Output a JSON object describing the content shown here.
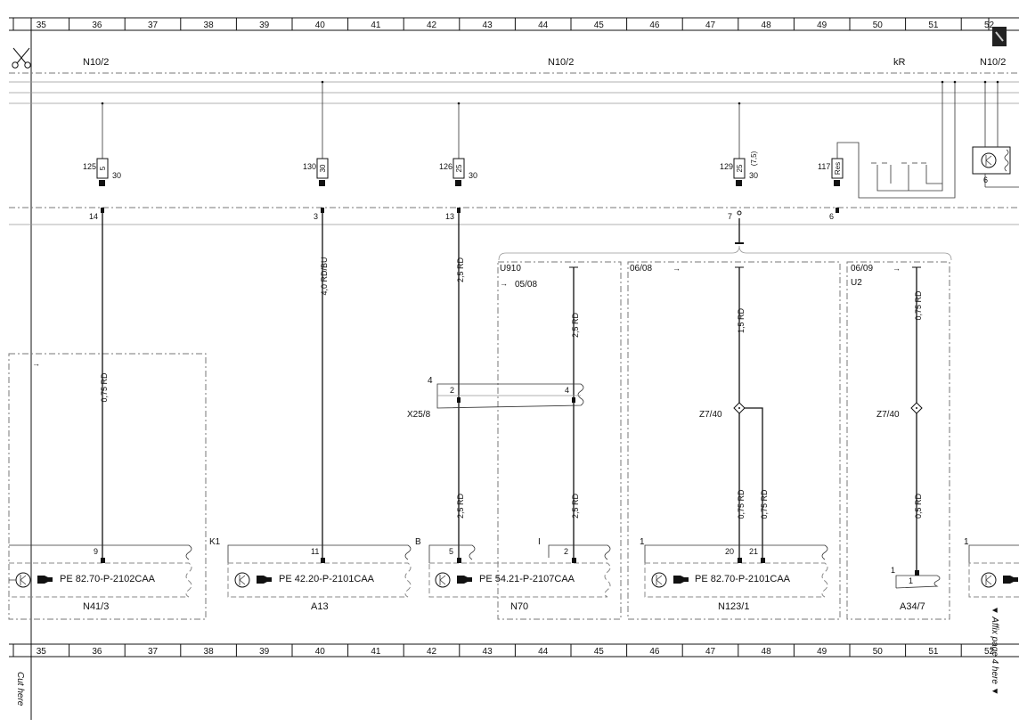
{
  "grid": {
    "columns": [
      "35",
      "36",
      "37",
      "38",
      "39",
      "40",
      "41",
      "42",
      "43",
      "44",
      "45",
      "46",
      "47",
      "48",
      "49",
      "50",
      "51",
      "52"
    ]
  },
  "page_labels": {
    "cut_here": "Cut here",
    "affix": "▼ Affix page 4 here ▼"
  },
  "bus_labels": [
    {
      "id": "n10-left",
      "text": "N10/2"
    },
    {
      "id": "n10-mid",
      "text": "N10/2"
    },
    {
      "id": "kr",
      "text": "kR"
    },
    {
      "id": "n10-right",
      "text": "N10/2"
    }
  ],
  "fuses": [
    {
      "id": "f125",
      "number": "125",
      "rating": "5",
      "terminal": "30",
      "pin": "14"
    },
    {
      "id": "f130",
      "number": "130",
      "rating": "30",
      "terminal": "",
      "pin": "3"
    },
    {
      "id": "f126",
      "number": "126",
      "rating": "25",
      "terminal": "30",
      "pin": "13"
    },
    {
      "id": "f129",
      "number": "129",
      "rating": "25",
      "terminal": "30",
      "note": "(7,5)",
      "pin": "7"
    },
    {
      "id": "f117",
      "number": "117",
      "rating": "Res",
      "terminal": "",
      "pin": "6"
    }
  ],
  "relay_right": {
    "pin": "6"
  },
  "wires": [
    {
      "id": "w1",
      "label": "0,75 RD"
    },
    {
      "id": "w2",
      "label": "4,0 RD/BU"
    },
    {
      "id": "w3",
      "label": "2,5 RD"
    },
    {
      "id": "w4",
      "label": "2,5 RD"
    },
    {
      "id": "w5",
      "label": "2,5 RD"
    },
    {
      "id": "w6",
      "label": "2,5 RD"
    },
    {
      "id": "w7",
      "label": "1,5 RD"
    },
    {
      "id": "w8",
      "label": "0,75 RD"
    },
    {
      "id": "w9",
      "label": "0,75 RD"
    },
    {
      "id": "w10",
      "label": "0,75 RD"
    },
    {
      "id": "w11",
      "label": "0,5 RD"
    }
  ],
  "groups": [
    {
      "id": "u910",
      "code": "U910",
      "ref": "05/08"
    },
    {
      "id": "g0608",
      "code": "",
      "ref": "06/08"
    },
    {
      "id": "u2",
      "code": "U2",
      "ref": "06/09"
    }
  ],
  "connector": {
    "name": "X25/8",
    "outer_pin": "4",
    "pin_a": "2",
    "pin_b": "4"
  },
  "splices": [
    {
      "id": "z1",
      "label": "Z7/40"
    },
    {
      "id": "z2",
      "label": "Z7/40"
    }
  ],
  "modules": [
    {
      "id": "n41",
      "name": "N41/3",
      "ref": "PE 82.70-P-2102CAA",
      "pin": "9",
      "side": "K1"
    },
    {
      "id": "a13",
      "name": "A13",
      "ref": "PE 42.20-P-2101CAA",
      "pin": "11",
      "side": "B"
    },
    {
      "id": "n70",
      "name": "N70",
      "ref": "PE 54.21-P-2107CAA",
      "pin": "5",
      "pin2": "2",
      "side": "I"
    },
    {
      "id": "n123",
      "name": "N123/1",
      "ref": "PE 82.70-P-2101CAA",
      "pin": "20",
      "pin2": "21",
      "side": "1"
    },
    {
      "id": "a34",
      "name": "A34/7",
      "pin": "1",
      "pin2": "1"
    },
    {
      "id": "right",
      "side": "1"
    }
  ]
}
